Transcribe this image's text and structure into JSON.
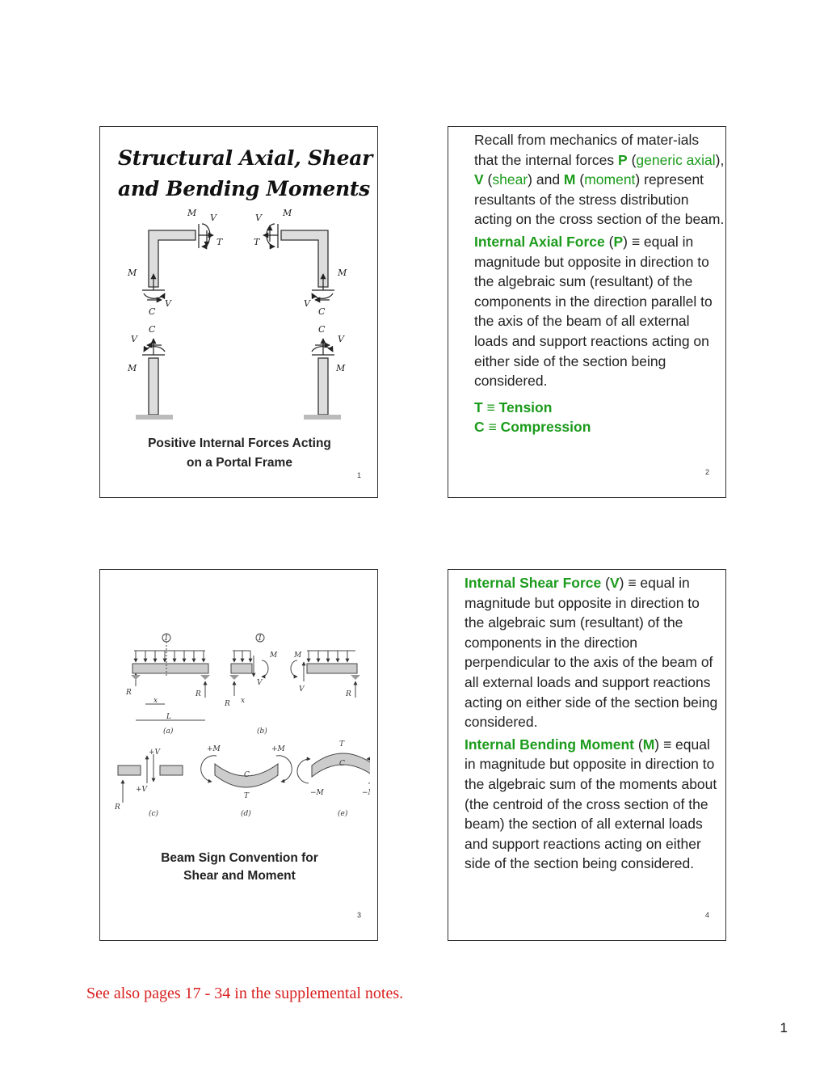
{
  "slide1": {
    "title_line1": "Structural Axial, Shear",
    "title_line2": "and Bending Moments",
    "caption_line1": "Positive Internal Forces Acting",
    "caption_line2": "on a Portal Frame",
    "number": "1",
    "diagram_labels": {
      "M": "M",
      "V": "V",
      "T": "T",
      "C": "C"
    }
  },
  "slide2": {
    "intro_1": "Recall from mechanics of mater-ials that the internal forces ",
    "P": "P",
    "paren_open": " (",
    "generic_axial": "generic axial",
    "paren_close_comma": "), ",
    "V": "V",
    "shear": "shear",
    "and": ") and ",
    "M": "M",
    "moment": "moment",
    "intro_2": ") represent resultants of the stress distribution acting on the cross section of the beam.",
    "axial_heading": "Internal Axial Force",
    "axial_open": " (",
    "axial_P": "P",
    "axial_rest": ") ≡ equal in magnitude but opposite in direction to the algebraic sum (resultant) of the components in the direction parallel to the axis of the beam of all external loads and support reactions acting on either side of the section being considered.",
    "tension": "T ≡ Tension",
    "compression": "C ≡ Compression",
    "number": "2"
  },
  "slide3": {
    "caption_line1": "Beam Sign Convention for",
    "caption_line2": "Shear and Moment",
    "number": "3",
    "diagram_labels": {
      "one": "1",
      "M": "M",
      "V": "V",
      "RA": "R",
      "RB": "R",
      "x": "x",
      "L": "L",
      "a": "(a)",
      "b": "(b)",
      "c": "(c)",
      "d": "(d)",
      "e": "(e)",
      "plusV": "+V",
      "plusM": "+M",
      "minusM": "−M",
      "T": "T",
      "C": "C"
    }
  },
  "slide4": {
    "shear_heading": "Internal Shear Force",
    "shear_open": " (",
    "shear_V": "V",
    "shear_rest": ") ≡ equal in magnitude but opposite in direction to the algebraic sum (resultant) of the components in the direction perpendicular to the axis of the beam of all external loads and support reactions acting on either side of the section being considered.",
    "moment_heading": "Internal Bending Moment",
    "moment_open": " (",
    "moment_M": "M",
    "moment_rest": ") ≡ equal in magnitude but opposite in direction to the algebraic sum of the moments about (the centroid of the cross section of the beam) the section of all external loads and support reactions acting on either side of the section being considered.",
    "number": "4"
  },
  "footer_note": "See also pages 17 - 34 in the supplemental notes.",
  "page_number": "1",
  "colors": {
    "accent_green": "#1c9b1c",
    "note_red": "#d82020"
  }
}
